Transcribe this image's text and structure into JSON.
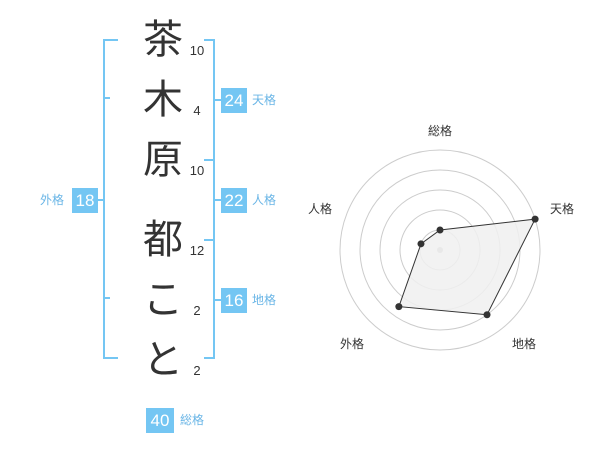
{
  "name": {
    "characters": [
      "茶",
      "木",
      "原",
      "都",
      "こ",
      "と"
    ],
    "strokes": [
      "10",
      "4",
      "10",
      "12",
      "2",
      "2"
    ]
  },
  "fortune": {
    "tenkaku": {
      "value": "24",
      "label": "天格"
    },
    "jinkaku": {
      "value": "22",
      "label": "人格"
    },
    "chikaku": {
      "value": "16",
      "label": "地格"
    },
    "gaikaku": {
      "value": "18",
      "label": "外格"
    },
    "soukaku": {
      "value": "40",
      "label": "総格"
    }
  },
  "radar": {
    "axes": [
      "総格",
      "天格",
      "地格",
      "外格",
      "人格"
    ],
    "values": [
      0.2,
      1.0,
      0.8,
      0.7,
      0.2
    ],
    "color_line": "#333333",
    "color_fill": "#f0f0f0",
    "color_grid": "#cccccc"
  },
  "colors": {
    "bracket": "#74c6f3",
    "badge": "#74c6f3",
    "badge_label": "#69b5e6"
  }
}
